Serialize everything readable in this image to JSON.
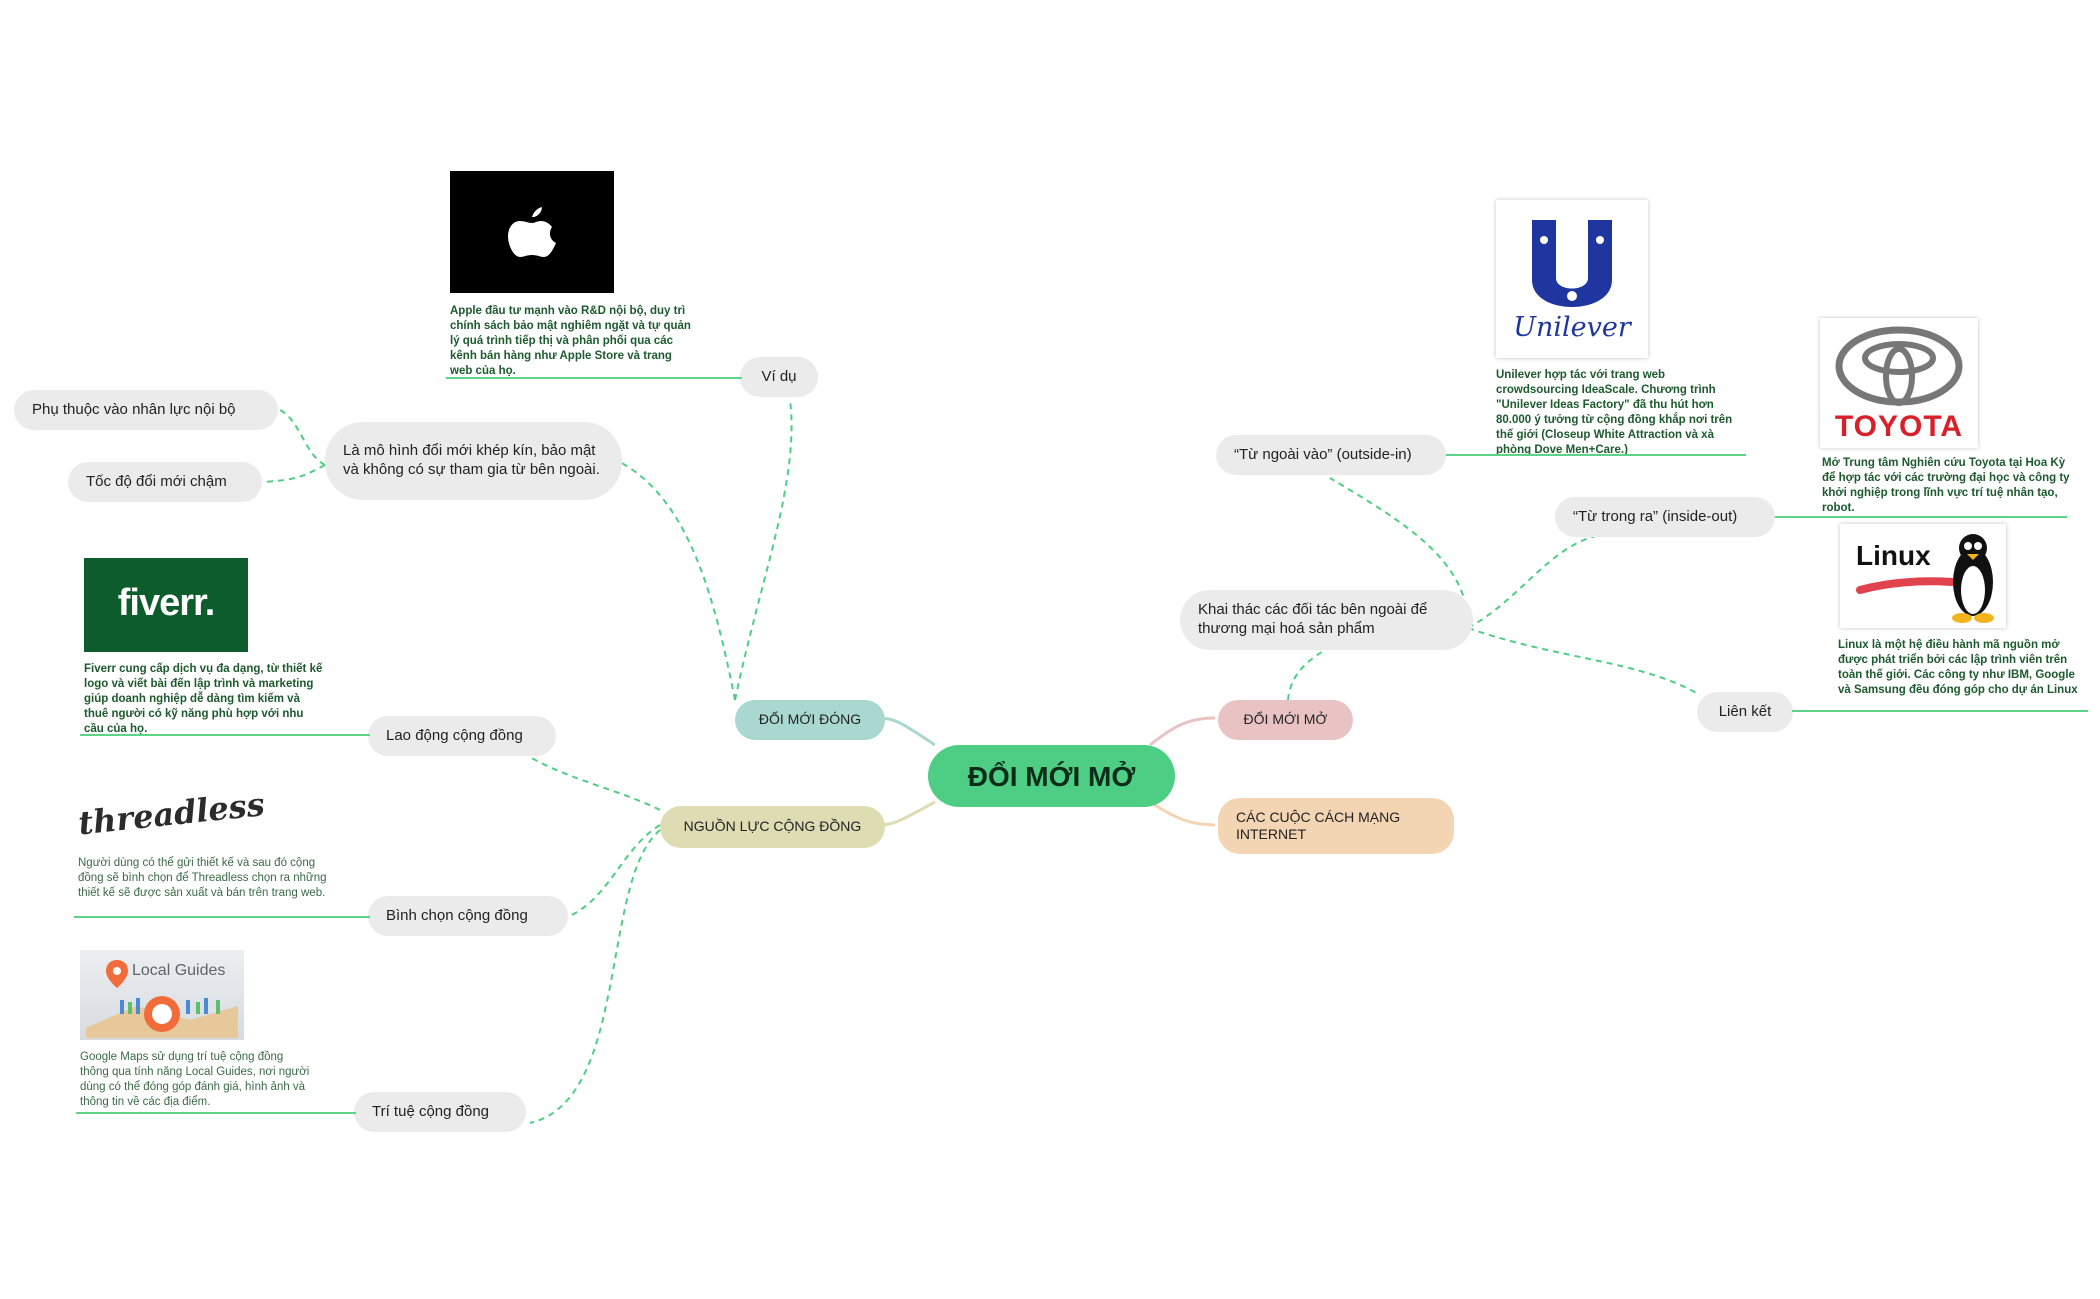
{
  "root": {
    "label": "ĐỔI MỚI MỞ"
  },
  "branches": {
    "closed": "ĐỔI MỚI ĐÓNG",
    "open": "ĐỔI MỚI MỞ",
    "internet": "CÁC CUỘC CÁCH MẠNG INTERNET",
    "community": "NGUỒN LỰC CỘNG ĐỒNG"
  },
  "closed": {
    "definition": "Là mô hình đổi mới khép kín, bảo mật và không có sự tham gia từ bên ngoài.",
    "traits": [
      "Phụ thuộc vào nhân lực nội bộ",
      "Tốc độ đổi mới chậm"
    ],
    "example": {
      "label": "Ví dụ",
      "note": "Apple đầu tư mạnh vào R&D nội bộ, duy trì chính sách bảo mật nghiêm ngặt và tự quản lý quá trình tiếp thị và phân phối qua các kênh bán hàng như Apple Store và trang web của họ."
    }
  },
  "open": {
    "exploit": "Khai thác các đối tác bên ngoài để thương mại hoá sản phẩm",
    "outside_in": {
      "label": "“Từ ngoài vào” (outside-in)",
      "logo_text": "Unilever",
      "note": "Unilever hợp tác với trang web crowdsourcing IdeaScale. Chương trình \"Unilever Ideas Factory\" đã thu hút hơn 80.000 ý tưởng từ cộng đồng khắp nơi trên thế giới (Closeup White Attraction và xà phòng Dove Men+Care.)"
    },
    "inside_out": {
      "label": "“Từ trong ra” (inside-out)",
      "logo_text": "TOYOTA",
      "note": "Mở Trung tâm Nghiên cứu Toyota tại Hoa Kỳ để hợp tác với các trường đại học và công ty khởi nghiệp trong lĩnh vực trí tuệ nhân tạo, robot."
    },
    "link": {
      "label": "Liên kết",
      "logo_text": "Linux",
      "note": "Linux là một hệ điều hành mã nguồn mở được phát triển bởi các lập trình viên trên toàn thế giới. Các công ty như IBM, Google và Samsung đều đóng góp cho dự án Linux"
    }
  },
  "community": {
    "labor": {
      "label": "Lao động cộng đồng",
      "logo_text": "fiverr.",
      "note": "Fiverr cung cấp dịch vụ đa dạng, từ thiết kế logo và viết bài đến lập trình và marketing giúp doanh nghiệp dễ dàng tìm kiếm và thuê người có kỹ năng phù hợp với nhu cầu của họ."
    },
    "vote": {
      "label": "Bình chọn cộng đồng",
      "logo_text": "threadless",
      "note": "Người dùng có thể gửi thiết kế và sau đó cộng đồng sẽ bình chọn để Threadless chọn ra những thiết kế sẽ được sản xuất và bán trên trang web."
    },
    "wisdom": {
      "label": "Trí tuệ cộng đồng",
      "logo_text": "Local Guides",
      "note": "Google Maps sử dụng trí tuệ cộng đồng thông qua tính năng Local Guides, nơi người dùng có thể đóng góp đánh giá, hình ảnh và thông tin về các địa điểm."
    }
  },
  "colors": {
    "root": "#4ece84",
    "closed": "#a8d8cf",
    "open": "#e9c3c3",
    "internet": "#f3d5b4",
    "community": "#dddcb3",
    "node": "#ebebeb",
    "link": "#5bd487",
    "note": "#1d5a2d"
  }
}
